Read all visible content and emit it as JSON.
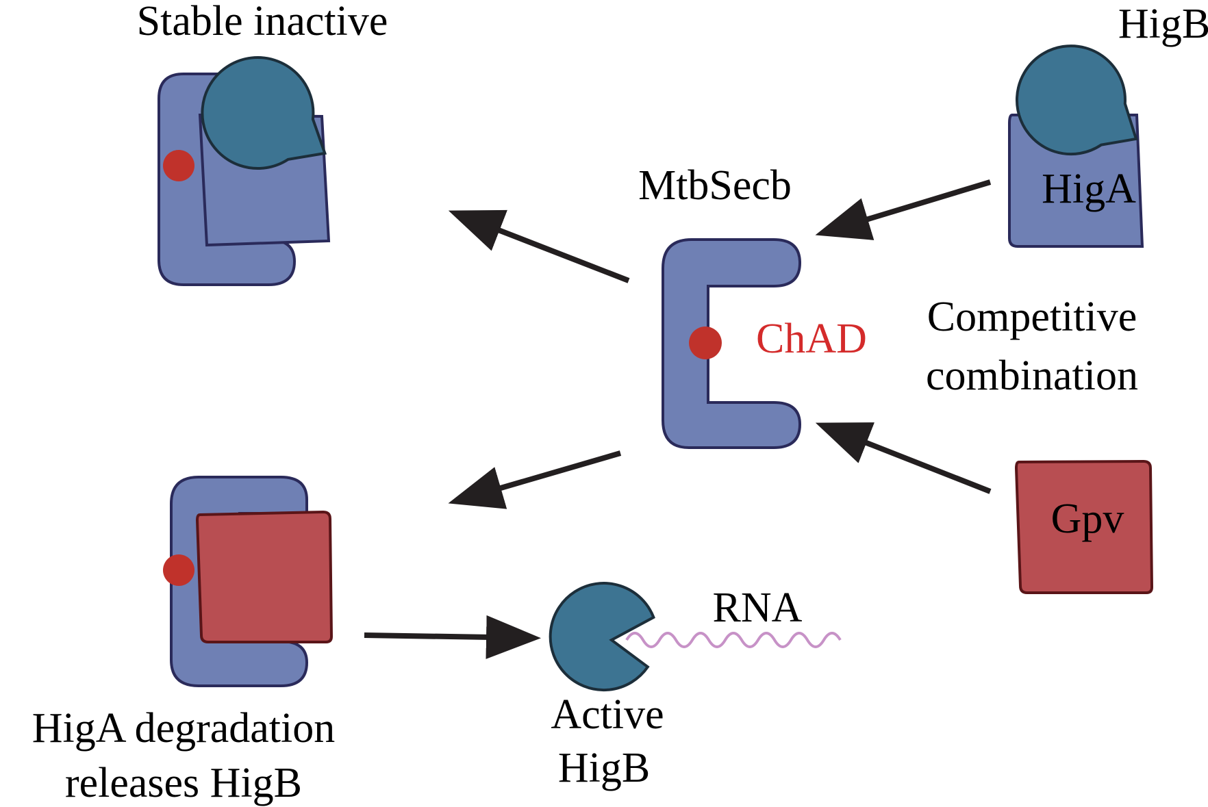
{
  "labels": {
    "stable_inactive": "Stable inactive",
    "higb_top": "HigB",
    "higa": "HigA",
    "mtbsecb": "MtbSecb",
    "chad": "ChAD",
    "competitive_line1": "Competitive",
    "competitive_line2": "combination",
    "gpv": "Gpv",
    "rna": "RNA",
    "degradation_line1": "HigA degradation",
    "degradation_line2": "releases HigB",
    "active_line1": "Active",
    "active_line2": "HigB"
  },
  "colors": {
    "secb_fill": "#6f80b4",
    "secb_stroke": "#2a2a5a",
    "higb_fill": "#3d7492",
    "gpv_fill": "#b84e52",
    "gpv_stroke": "#5a1518",
    "chad_dot": "#c0322b",
    "chad_text": "#d42b2b",
    "arrow": "#231f20",
    "rna": "#c792c7"
  }
}
